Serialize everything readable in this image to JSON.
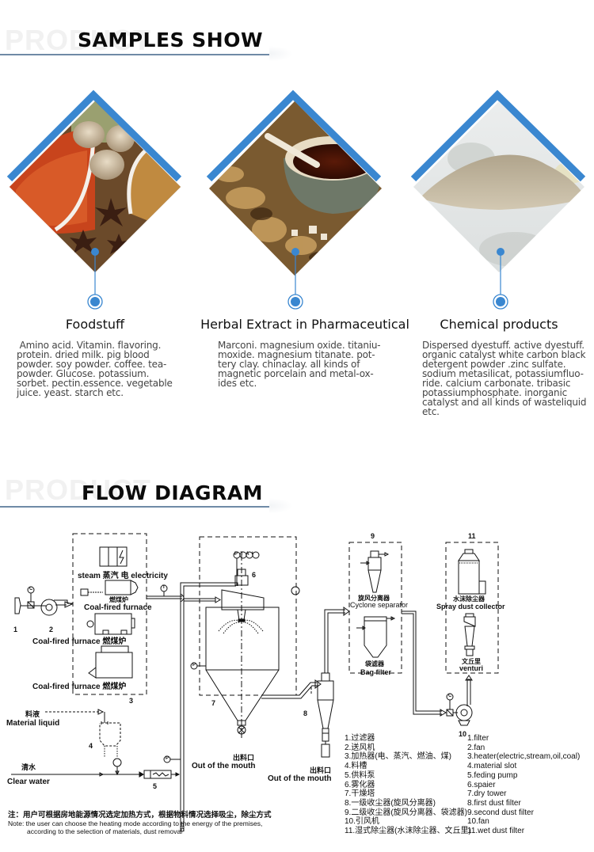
{
  "samples_section": {
    "ghost_text": "PRODUCT",
    "title": "SAMPLES SHOW"
  },
  "samples": [
    {
      "title": "Foodstuff",
      "image": "spices-photo",
      "description": " Amino acid. Vitamin. flavoring.\nprotein. dried milk. pig blood\npowder. soy powder. coffee. tea-\npowder. Glucose. potassium.\nsorbet. pectin.essence. vegetable\njuice. yeast. starch etc."
    },
    {
      "title": "Herbal Extract in Pharmaceutical",
      "image": "herbal-tea-photo",
      "description": "Marconi. magnesium oxide. titaniu-\nmoxide. magnesium titanate. pot-\ntery clay. chinaclay. all kinds of\nmagnetic porcelain and metal-ox-\nides etc."
    },
    {
      "title": "Chemical products",
      "image": "powder-pile-photo",
      "description": "Dispersed dyestuff. active dyestuff.\norganic catalyst white carbon black\ndetergent powder .zinc sulfate.\nsodium metasilicat, potassiumfluo-\nride. calcium carbonate. tribasic\npotassiumphosphate. inorganic\ncatalyst and all kinds of wasteliquid\netc."
    }
  ],
  "flow_section": {
    "ghost_text": "PRODUCT",
    "title": "FLOW DIAGRAM"
  },
  "diagram": {
    "labels": {
      "steam_electricity": "steam 蒸汽  电 electricity",
      "furnace_cn_1": "燃煤炉",
      "furnace_en_1": "Coal-fired furnace",
      "furnace_2": "Coal-fired furnace 燃煤炉",
      "furnace_3": "Coal-fired furnace 燃煤炉",
      "material_liquid_cn": "料液",
      "material_liquid_en": "Material liquid",
      "clear_water_cn": "清水",
      "clear_water_en": "Clear water",
      "outlet_cn_1": "出料口",
      "outlet_en_1": "Out of the mouth",
      "outlet_cn_2": "出料口",
      "outlet_en_2": "Out of the mouth",
      "cyclone_cn": "旋风分离器",
      "cyclone_en": "Cyclone separator",
      "bag_cn": "袋滤器",
      "bag_en": "Bag filter",
      "spray_cn": "水沫除尘器",
      "spray_en": "Spray dust collector",
      "venturi_cn": "文丘里",
      "venturi_en": "venturi",
      "instruments": "PTAI",
      "gauge_c": "C",
      "gauge_t": "T",
      "gauge_p": "P"
    },
    "numbers": [
      "1",
      "2",
      "3",
      "4",
      "5",
      "6",
      "7",
      "8",
      "9",
      "10",
      "11"
    ],
    "legend_cn": [
      "1.过滤器",
      "2.送风机",
      "3.加热器(电、蒸汽、燃油、煤)",
      "4.料槽",
      "5.供料泵",
      "6.雾化器",
      "7.干燥塔",
      "8.一级收尘器(旋风分离器)",
      "9.二级收尘器(旋风分离器、袋滤器)",
      "10.引风机",
      "11.湿式除尘器(水沫除尘器、文丘里)"
    ],
    "legend_en": [
      "1.filter",
      "2.fan",
      "3.heater(electric,stream,oil,coal)",
      "4.material slot",
      "5.feding pump",
      "6.spaier",
      "7.dry tower",
      "8.first dust filter",
      "9.second dust filter",
      "10.fan",
      "11.wet dust filter"
    ],
    "note_cn": "注：用户可根据房地能源情况选定加热方式，根据物料情况选择吸尘，除尘方式",
    "note_en_1": "Note: the user can choose the heating mode according to the energy of the premises,",
    "note_en_2": "according to the selection of materials, dust removal"
  },
  "colors": {
    "accent_blue": "#3a87d0",
    "rule": "#6f8aa6"
  }
}
